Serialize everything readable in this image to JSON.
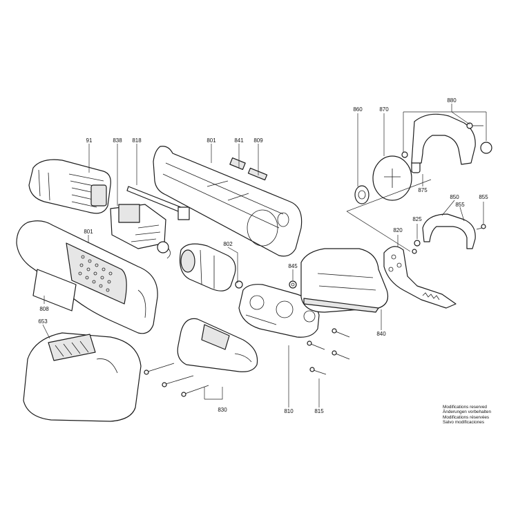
{
  "labels": {
    "l91": "91",
    "l838": "838",
    "l818": "818",
    "l801a": "801",
    "l841": "841",
    "l809": "809",
    "l801b": "801",
    "l802": "802",
    "l808": "808",
    "l653": "653",
    "l845": "845",
    "l840": "840",
    "l830": "830",
    "l810": "810",
    "l815": "815",
    "l860": "860",
    "l870": "870",
    "l880": "880",
    "l875": "875",
    "l850": "850",
    "l855a": "855",
    "l855b": "855",
    "l825": "825",
    "l820": "820"
  },
  "notice": {
    "line1": "Modifications reserved",
    "line2": "Änderungen vorbehalten",
    "line3": "Modifications réservées",
    "line4": "Salvo modificaciones"
  }
}
